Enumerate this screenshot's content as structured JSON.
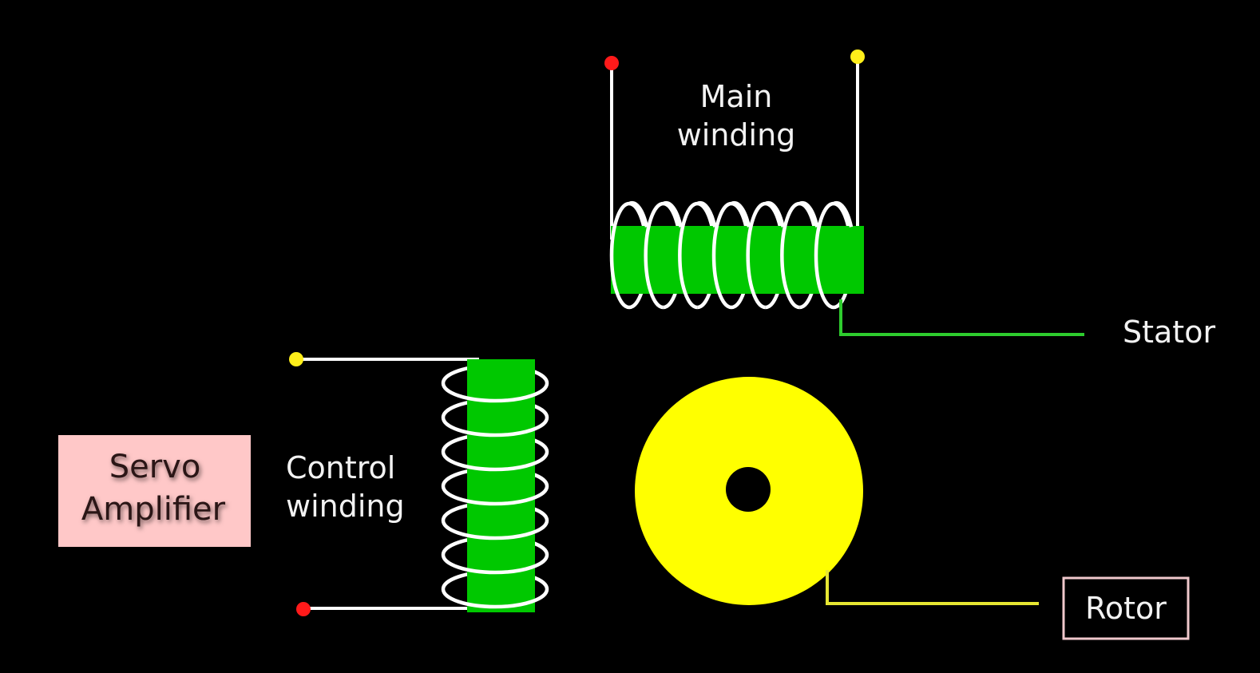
{
  "title": "Servo motor construction diagram",
  "colors": {
    "background": "#000000",
    "core": "#00c800",
    "winding": "#ffffff",
    "rotor": "#ffff00",
    "terminal_red": "#ff1a1a",
    "terminal_yellow": "#ffef1a",
    "stator_pointer": "#2ecc2e",
    "rotor_pointer": "#e6e632",
    "amplifier_fill": "#ffc8c8",
    "rotor_box_border": "#f0c8cc"
  },
  "labels": {
    "main_winding": [
      "Main",
      "winding"
    ],
    "control_winding": [
      "Control",
      "winding"
    ],
    "servo_amplifier": [
      "Servo",
      "Amplifier"
    ],
    "stator": "Stator",
    "rotor": "Rotor"
  },
  "main_winding": {
    "turns": 7,
    "terminals": [
      "red",
      "yellow"
    ]
  },
  "control_winding": {
    "turns": 7,
    "terminals": [
      "yellow",
      "red"
    ]
  }
}
